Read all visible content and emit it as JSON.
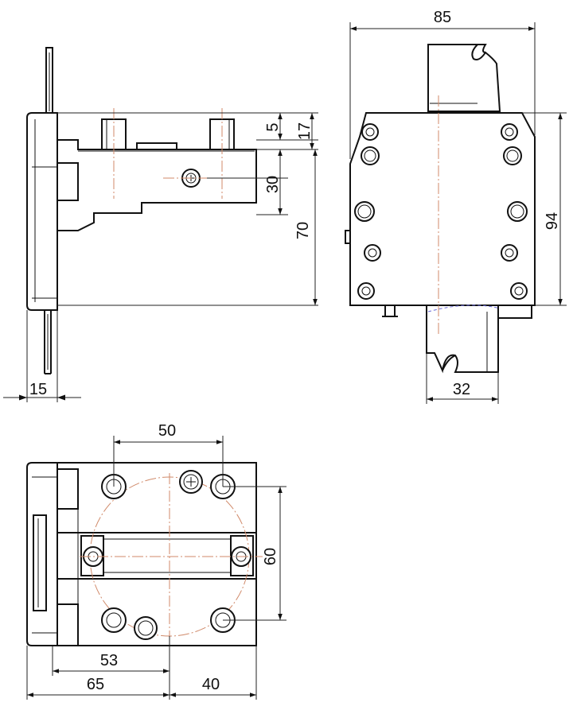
{
  "dimensions": {
    "width_total_front": "85",
    "height_total_front": "94",
    "shank_width": "32",
    "side_step_top": "5",
    "side_top_thick": "17",
    "side_screw_spacing": "30",
    "side_overall_height": "70",
    "side_flange_thickness": "15",
    "top_bolt_spacing_x": "50",
    "top_bolt_spacing_y": "60",
    "top_center_offset": "53",
    "top_left_width": "65",
    "top_right_width": "40"
  },
  "colors": {
    "outline": "#111111",
    "center_line": "#d08a6a",
    "hidden_line": "#6a6ad8"
  }
}
